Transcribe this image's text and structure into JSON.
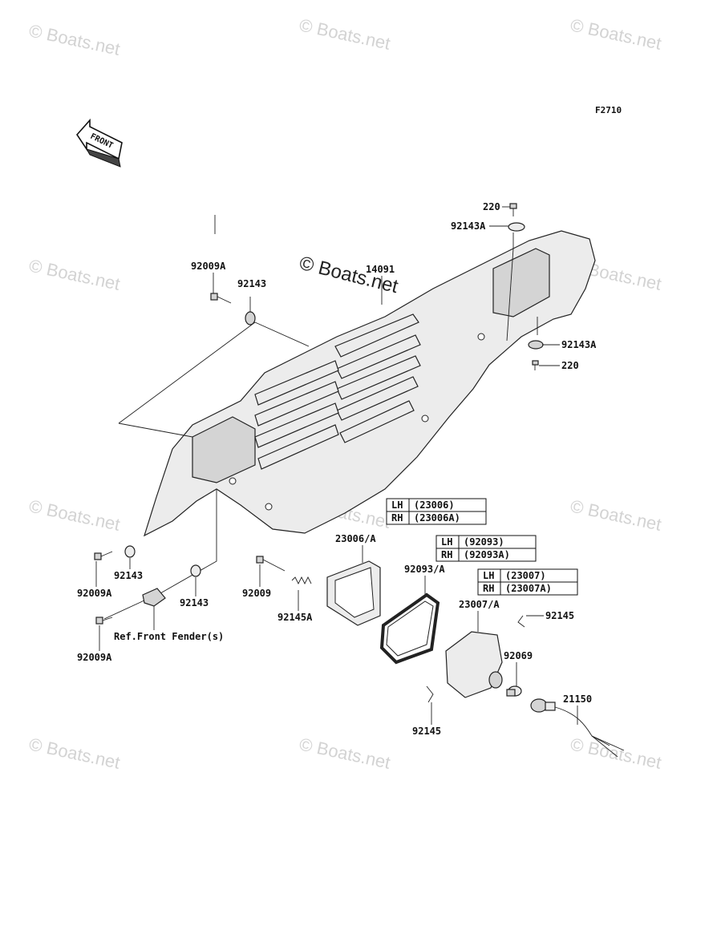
{
  "figure_code": "F2710",
  "front_label": "FRONT",
  "watermark": "© Boats.net",
  "parts": {
    "p220_top": "220",
    "p92143A_top": "92143A",
    "p92009A_top": "92009A",
    "p92143_top": "92143",
    "p14091": "14091",
    "p92143A_mid": "92143A",
    "p220_mid": "220",
    "p23006": "23006/A",
    "p92093": "92093/A",
    "p23007": "23007/A",
    "p92145_right": "92145",
    "p92069": "92069",
    "p21150": "21150",
    "p92145_bottom": "92145",
    "p92009A_left": "92009A",
    "p92143_left": "92143",
    "p92143_center": "92143",
    "p92009": "92009",
    "p92145A": "92145A",
    "p92009A_bottom": "92009A",
    "ref_front_fender": "Ref.Front Fender(s)"
  },
  "tables": [
    {
      "rows": [
        [
          "LH",
          "(23006)"
        ],
        [
          "RH",
          "(23006A)"
        ]
      ]
    },
    {
      "rows": [
        [
          "LH",
          "(92093)"
        ],
        [
          "RH",
          "(92093A)"
        ]
      ]
    },
    {
      "rows": [
        [
          "LH",
          "(23007)"
        ],
        [
          "RH",
          "(23007A)"
        ]
      ]
    }
  ]
}
